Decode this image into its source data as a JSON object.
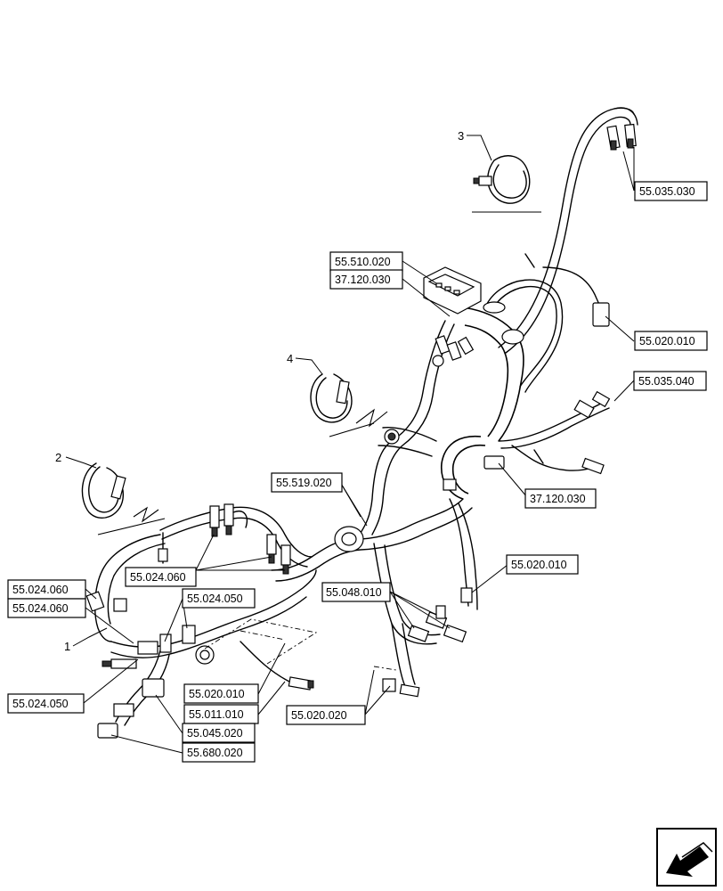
{
  "references": [
    {
      "id": "r1",
      "label": "55.035.030"
    },
    {
      "id": "r2",
      "label": "55.510.020"
    },
    {
      "id": "r3",
      "label": "37.120.030"
    },
    {
      "id": "r4",
      "label": "55.020.010"
    },
    {
      "id": "r5",
      "label": "55.035.040"
    },
    {
      "id": "r6",
      "label": "55.519.020"
    },
    {
      "id": "r7",
      "label": "37.120.030"
    },
    {
      "id": "r8",
      "label": "55.020.010"
    },
    {
      "id": "r9",
      "label": "55.024.060"
    },
    {
      "id": "r10",
      "label": "55.024.060"
    },
    {
      "id": "r11",
      "label": "55.024.050"
    },
    {
      "id": "r12",
      "label": "55.024.060"
    },
    {
      "id": "r13",
      "label": "55.048.010"
    },
    {
      "id": "r14",
      "label": "55.020.010"
    },
    {
      "id": "r15",
      "label": "55.011.010"
    },
    {
      "id": "r16",
      "label": "55.024.050"
    },
    {
      "id": "r17",
      "label": "55.045.020"
    },
    {
      "id": "r18",
      "label": "55.680.020"
    },
    {
      "id": "r19",
      "label": "55.020.020"
    }
  ],
  "callouts": [
    {
      "id": "c1",
      "label": "1"
    },
    {
      "id": "c2",
      "label": "2"
    },
    {
      "id": "c3",
      "label": "3"
    },
    {
      "id": "c4",
      "label": "4"
    }
  ],
  "icons": {
    "corner": "next-page-arrow-icon"
  }
}
